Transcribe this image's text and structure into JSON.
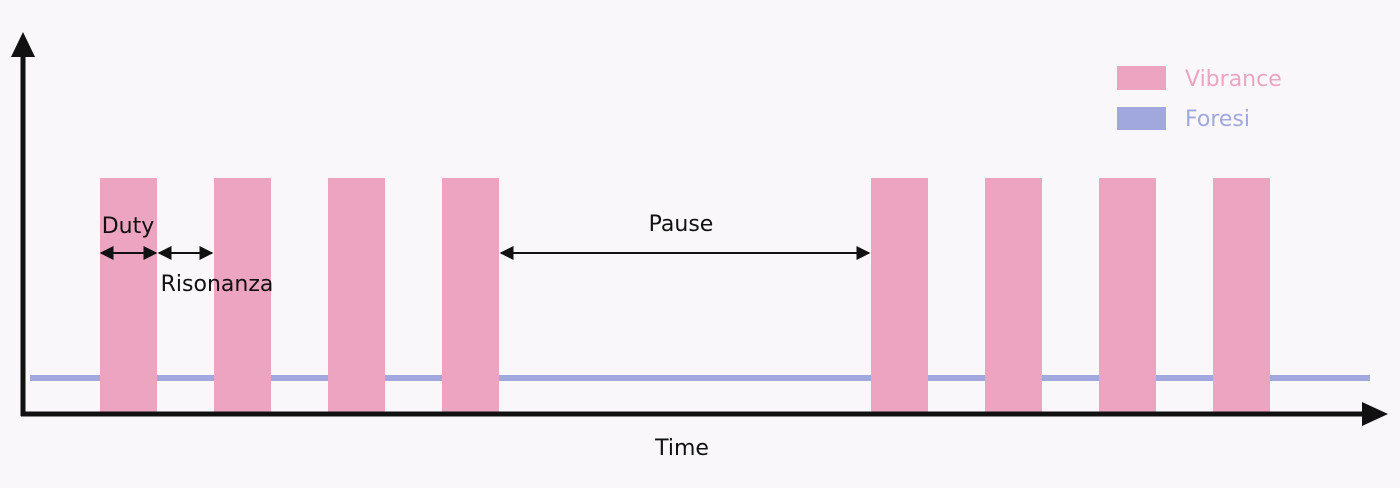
{
  "labels": {
    "duty": "Duty",
    "risonanza": "Risonanza",
    "pause": "Pause",
    "x_axis": "Time"
  },
  "legend": [
    {
      "name": "Vibrance",
      "color": "#eda4c1"
    },
    {
      "name": "Foresi",
      "color": "#a0a8dd"
    }
  ],
  "colors": {
    "background": "#f9f7fa",
    "axis": "#111111",
    "text": "#111111"
  }
}
